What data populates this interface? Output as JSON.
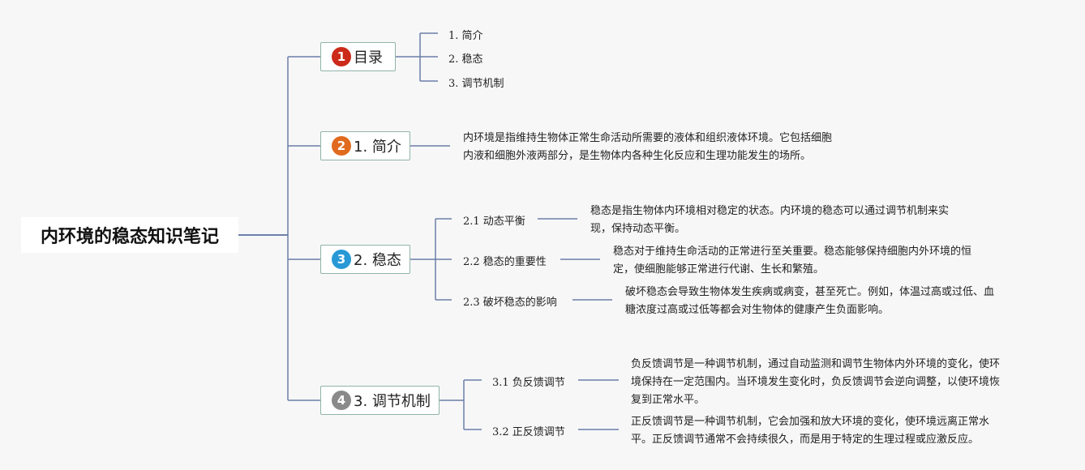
{
  "title": "内环境的稳态知识笔记",
  "branches": [
    {
      "num": "1",
      "label": "目录",
      "color": "#cc2a1a"
    },
    {
      "num": "2",
      "label": "1. 简介",
      "color": "#e06a1e"
    },
    {
      "num": "3",
      "label": "2. 稳态",
      "color": "#2899d6"
    },
    {
      "num": "4",
      "label": "3. 调节机制",
      "color": "#8a8a8a"
    }
  ],
  "toc": [
    "1. 简介",
    "2. 稳态",
    "3. 调节机制"
  ],
  "intro": {
    "line1": "内环境是指维持生物体正常生命活动所需要的液体和组织液体环境。它包括细胞",
    "line2": "内液和细胞外液两部分，是生物体内各种生化反应和生理功能发生的场所。"
  },
  "steady": [
    {
      "label": "2.1 动态平衡",
      "line1": "稳态是指生物体内环境相对稳定的状态。内环境的稳态可以通过调节机制来实",
      "line2": "现，保持动态平衡。"
    },
    {
      "label": "2.2 稳态的重要性",
      "line1": "稳态对于维持生命活动的正常进行至关重要。稳态能够保持细胞内外环境的恒",
      "line2": "定，使细胞能够正常进行代谢、生长和繁殖。"
    },
    {
      "label": "2.3 破坏稳态的影响",
      "line1": "破坏稳态会导致生物体发生疾病或病变，甚至死亡。例如，体温过高或过低、血",
      "line2": "糖浓度过高或过低等都会对生物体的健康产生负面影响。"
    }
  ],
  "regulation": [
    {
      "label": "3.1 负反馈调节",
      "line1": "负反馈调节是一种调节机制，通过自动监测和调节生物体内外环境的变化，使环",
      "line2": "境保持在一定范围内。当环境发生变化时，负反馈调节会逆向调整，以使环境恢",
      "line3": "复到正常水平。"
    },
    {
      "label": "3.2 正反馈调节",
      "line1": "正反馈调节是一种调节机制，它会加强和放大环境的变化，使环境远离正常水",
      "line2": "平。正反馈调节通常不会持续很久，而是用于特定的生理过程或应激反应。"
    }
  ],
  "colors": {
    "line": "#6b7fa8",
    "branch_border": "#8fb4a8"
  }
}
